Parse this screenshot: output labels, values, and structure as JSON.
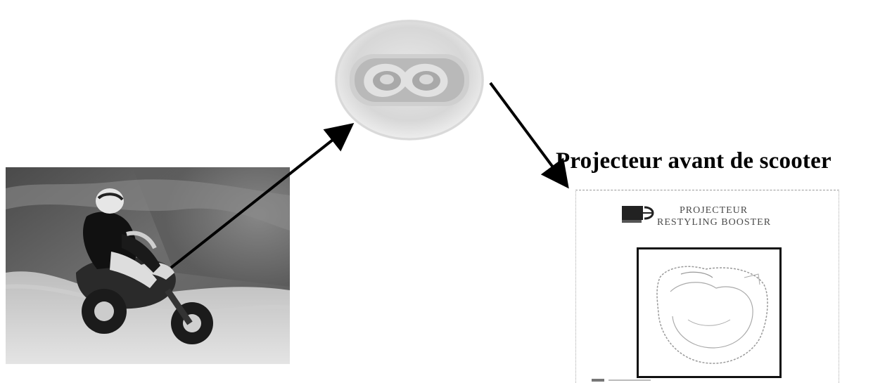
{
  "caption": "Projecteur avant de scooter",
  "document": {
    "title_line1": "PROJECTEUR",
    "title_line2": "RESTYLING BOOSTER"
  }
}
